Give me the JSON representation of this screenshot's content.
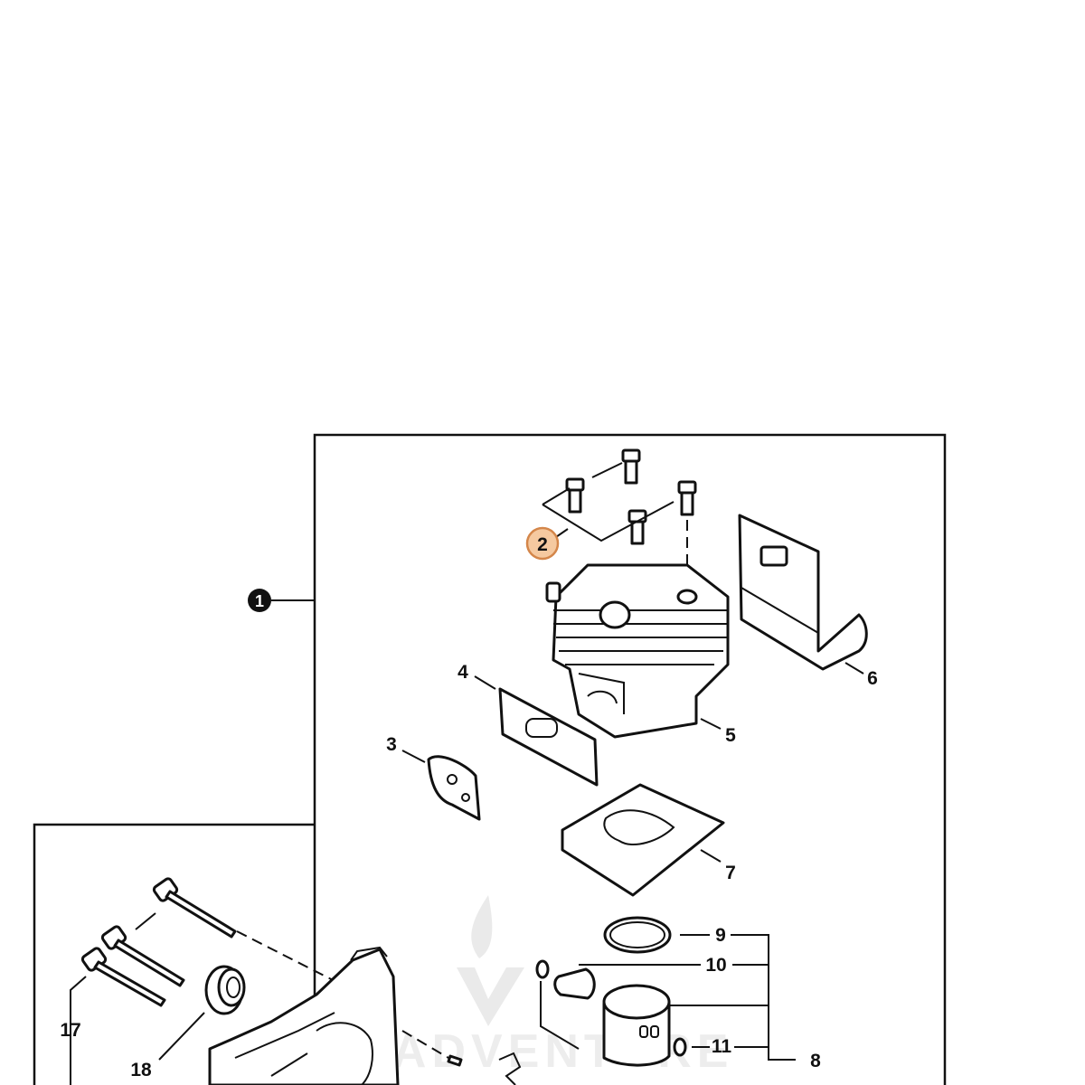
{
  "diagram": {
    "callouts": [
      {
        "id": "1",
        "label": "1"
      },
      {
        "id": "2",
        "label": "2"
      },
      {
        "id": "3",
        "label": "3"
      },
      {
        "id": "4",
        "label": "4"
      },
      {
        "id": "5",
        "label": "5"
      },
      {
        "id": "6",
        "label": "6"
      },
      {
        "id": "7",
        "label": "7"
      },
      {
        "id": "8",
        "label": "8"
      },
      {
        "id": "9",
        "label": "9"
      },
      {
        "id": "10",
        "label": "10"
      },
      {
        "id": "11",
        "label": "11"
      },
      {
        "id": "17",
        "label": "17"
      },
      {
        "id": "18",
        "label": "18"
      }
    ],
    "highlight_color": "#f5c9a0",
    "highlight_stroke": "#d4864a",
    "watermark_text": "TADVENTURE"
  }
}
